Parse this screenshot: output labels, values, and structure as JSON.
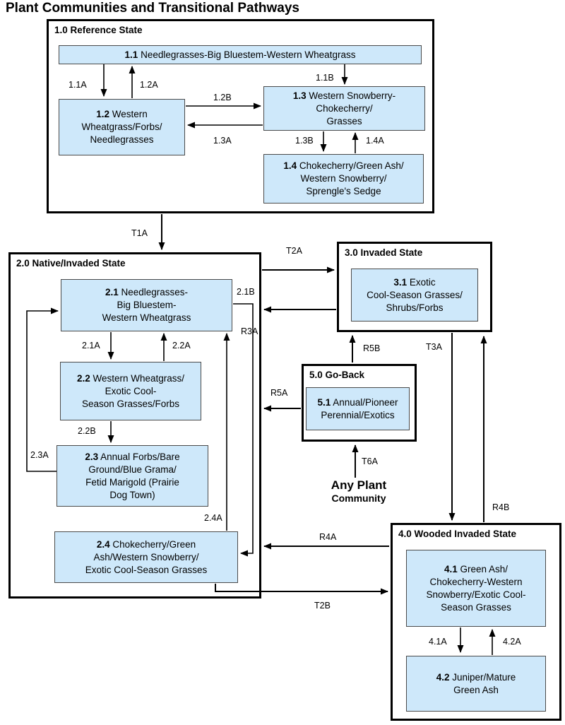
{
  "title": "Plant Communities and Transitional Pathways",
  "colors": {
    "background": "#ffffff",
    "text": "#000000",
    "arrow": "#000000",
    "state_border": "#000000",
    "community_fill": "#cee8fa",
    "community_border": "#4a4a4a"
  },
  "states": {
    "s1": {
      "label": "1.0 Reference State"
    },
    "s2": {
      "label": "2.0 Native/Invaded State"
    },
    "s3": {
      "label": "3.0 Invaded State"
    },
    "s4": {
      "label": "4.0 Wooded Invaded State"
    },
    "s5": {
      "label": "5.0 Go-Back"
    }
  },
  "communities": {
    "c11": {
      "code": "1.1",
      "name": "Needlegrasses-Big Bluestem-Western Wheatgrass"
    },
    "c12": {
      "code": "1.2",
      "name": "Western\nWheatgrass/Forbs/\nNeedlegrasses"
    },
    "c13": {
      "code": "1.3",
      "name": "Western Snowberry-\nChokecherry/\nGrasses"
    },
    "c14": {
      "code": "1.4",
      "name": "Chokecherry/Green Ash/\nWestern Snowberry/\nSprengle's Sedge"
    },
    "c21": {
      "code": "2.1",
      "name": "Needlegrasses-\nBig Bluestem-\nWestern Wheatgrass"
    },
    "c22": {
      "code": "2.2",
      "name": "Western Wheatgrass/\nExotic Cool-\nSeason Grasses/Forbs"
    },
    "c23": {
      "code": "2.3",
      "name": "Annual Forbs/Bare\nGround/Blue Grama/\nFetid Marigold (Prairie\nDog Town)"
    },
    "c24": {
      "code": "2.4",
      "name": "Chokecherry/Green\nAsh/Western Snowberry/\nExotic Cool-Season Grasses"
    },
    "c31": {
      "code": "3.1",
      "name": "Exotic\nCool-Season Grasses/\nShrubs/Forbs"
    },
    "c41": {
      "code": "4.1",
      "name": "Green Ash/\nChokecherry-Western\nSnowberry/Exotic Cool-\nSeason Grasses"
    },
    "c42": {
      "code": "4.2",
      "name": "Juniper/Mature\nGreen Ash"
    },
    "c51": {
      "code": "5.1",
      "name": "Annual/Pioneer\nPerennial/Exotics"
    }
  },
  "pathways": {
    "p11A": "1.1A",
    "p12A": "1.2A",
    "p11B": "1.1B",
    "p12B": "1.2B",
    "p13A": "1.3A",
    "p13B": "1.3B",
    "p14A": "1.4A",
    "pT1A": "T1A",
    "p21A": "2.1A",
    "p22A": "2.2A",
    "p22B": "2.2B",
    "p23A": "2.3A",
    "p24A": "2.4A",
    "p21B": "2.1B",
    "pT2A": "T2A",
    "pR3A": "R3A",
    "pR5A": "R5A",
    "pR5B": "R5B",
    "pT6A": "T6A",
    "pT3A": "T3A",
    "pR4B": "R4B",
    "pR4A": "R4A",
    "pT2B": "T2B",
    "p41A": "4.1A",
    "p42A": "4.2A"
  },
  "any_plant": {
    "line1": "Any Plant",
    "line2": "Community"
  }
}
